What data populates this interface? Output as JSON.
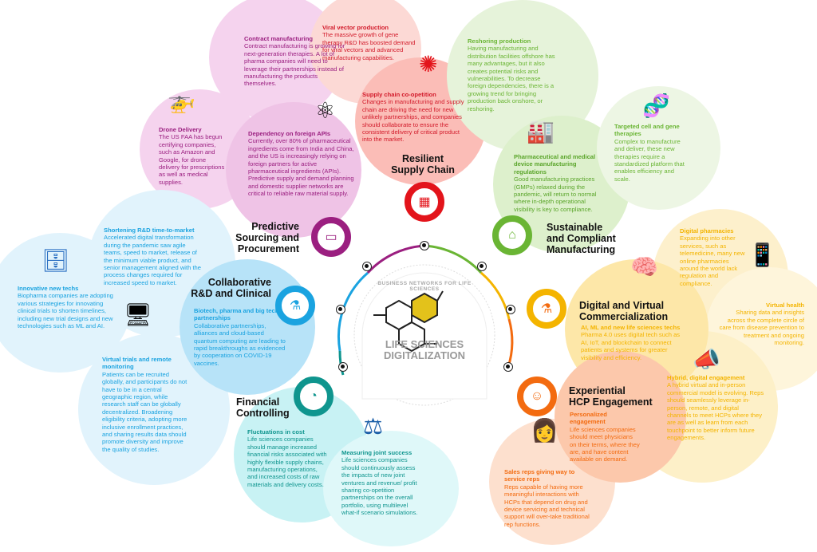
{
  "colors": {
    "pink": "#9b1f80",
    "red": "#e3141b",
    "green": "#6ab534",
    "yellow": "#f4b400",
    "orange": "#f36b10",
    "teal": "#0f958e",
    "blue": "#1aa3e0"
  },
  "center": {
    "arc_label": "BUSINESS NETWORKS FOR LIFE SCIENCES",
    "title_line1": "LIFE SCIENCES",
    "title_line2": "DIGITALIZATION"
  },
  "categories": {
    "predictive": {
      "l1": "Predictive",
      "l2": "Sourcing and",
      "l3": "Procurement",
      "icon": "credit-card-icon"
    },
    "resilient": {
      "l1": "Resilient",
      "l2": "Supply Chain",
      "icon": "conveyor-icon"
    },
    "sustainable": {
      "l1": "Sustainable",
      "l2": "and Compliant",
      "l3": "Manufacturing",
      "icon": "factory-icon"
    },
    "collaborative": {
      "l1": "Collaborative",
      "l2": "R&D and Clinical",
      "icon": "microscope-icon"
    },
    "digital": {
      "l1": "Digital and Virtual",
      "l2": "Commercialization",
      "icon": "lab-flask-icon"
    },
    "experiential": {
      "l1": "Experiential",
      "l2": "HCP Engagement",
      "icon": "user-network-icon"
    },
    "financial": {
      "l1": "Financial",
      "l2": "Controlling",
      "icon": "piggy-bank-icon"
    }
  },
  "cards": {
    "contract": {
      "title": "Contract manufacturing",
      "body": "Contract manufacturing is growing for next-generation therapies. A lot of pharma companies will need to leverage their partnerships instead of manufacturing the products themselves."
    },
    "viral": {
      "title": "Viral vector production",
      "body": "The massive growth of gene therapy R&D has boosted demand for viral vectors and advanced manufacturing capabilities."
    },
    "drone": {
      "title": "Drone Delivery",
      "body": "The US FAA has begun certifying companies, such as Amazon and Google, for drone delivery for prescriptions as well as medical supplies."
    },
    "apis": {
      "title": "Dependency on foreign APIs",
      "body": "Currently, over 80% of pharmaceutical ingredients come from India and China, and the US is increasingly relying on foreign partners for active pharmaceutical ingredients (APIs). Predictive supply and demand planning and domestic supplier networks are critical to reliable raw material supply."
    },
    "coop": {
      "title": "Supply chain co-opetition",
      "body": "Changes in manufacturing and supply chain are driving the need for new unlikely partnerships, and companies should collaborate to ensure the consistent delivery of critical product into the market."
    },
    "reshoring": {
      "title": "Reshoring production",
      "body": "Having manufacturing and distribution facilities offshore has many advantages, but it also creates potential risks and vulnerabilities. To decrease foreign dependencies, there is a growing trend for bringing production back onshore, or reshoring."
    },
    "regs": {
      "title": "Pharmaceutical and medical device manufacturing regulations",
      "body": "Good manufacturing practices (GMPs) relaxed during the pandemic, will return to normal where in-depth operational visibility is key to compliance."
    },
    "targeted": {
      "title": "Targeted cell and gene therapies",
      "body": "Complex to manufacture and deliver, these new therapies require a standardized platform that enables efficiency and scale."
    },
    "pharmacies": {
      "title": "Digital pharmacies",
      "body": "Expanding into other services, such as telemedicine, many new online pharmacies around the world lack regulation and compliance."
    },
    "vhealth": {
      "title": "Virtual health",
      "body": "Sharing data and insights across the complete circle of care from disease prevention to treatment and ongoing monitoring."
    },
    "ai": {
      "title": "AI, ML and new life sciences techs",
      "body": "Pharma 4.0 uses digital tech such as AI, IoT, and blockchain to connect patients and systems for greater visibility and efficiency."
    },
    "hybrid": {
      "title": "Hybrid, digital engagement",
      "body": "A hybrid virtual and in-person commercial model is evolving. Reps should seamlessly leverage in-person, remote, and digital channels to meet HCPs where they are as well as learn from each touchpoint to better inform future engagements."
    },
    "personal": {
      "title": "Personalized engagement",
      "body": "Life sciences companies should meet physicians on their terms, where they are, and have content available on demand."
    },
    "sales": {
      "title": "Sales reps giving way to service reps",
      "body": "Reps capable of having more meaningful interactions with HCPs that depend on drug and device servicing and technical support will over-take traditional rep functions."
    },
    "fluct": {
      "title": "Fluctuations in cost",
      "body": "Life sciences companies should manage increased financial risks associated with highly flexible supply chains, manufacturing operations, and increased costs of raw materials and delivery costs."
    },
    "joint": {
      "title": "Measuring joint success",
      "body": "Life sciences companies should continuously assess the impacts of new joint ventures and revenue/ profit sharing co-opetition partnerships on the overall portfolio, using multilevel what-if scenario simulations."
    },
    "innov": {
      "title": "Innovative new techs",
      "body": "Biopharma companies are adopting various strategies for innovating clinical trials to shorten timelines, including new trial designs and new technologies such as ML and AI."
    },
    "short": {
      "title": "Shortening R&D time-to-market",
      "body": "Accelerated digital transformation during the pandemic saw agile teams, speed to market, release of the minimum viable product, and senior management aligned with the process changes required for increased speed to market."
    },
    "biotech": {
      "title": "Biotech, pharma and big tech partnerships",
      "body": "Collaborative partnerships, alliances and cloud-based quantum computing are leading to rapid breakthroughs as evidenced by cooperation on COVID-19 vaccines."
    },
    "vtrials": {
      "title": "Virtual trials and remote monitoring",
      "body": "Patients can be recruited globally, and participants do not have to be in a central geographic region, while research staff can be globally decentralized. Broadening eligibility criteria, adopting more inclusive enrollment practices, and sharing results data should promote diversity and improve the quality of studies."
    }
  }
}
